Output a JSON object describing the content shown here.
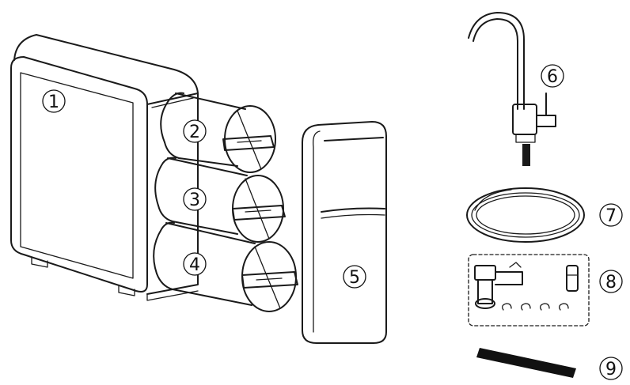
{
  "callouts": [
    {
      "id": "1",
      "label": "1"
    },
    {
      "id": "2",
      "label": "2"
    },
    {
      "id": "3",
      "label": "3"
    },
    {
      "id": "4",
      "label": "4"
    },
    {
      "id": "5",
      "label": "5"
    },
    {
      "id": "6",
      "label": "6"
    },
    {
      "id": "7",
      "label": "7"
    },
    {
      "id": "8",
      "label": "8"
    },
    {
      "id": "9",
      "label": "9"
    }
  ],
  "colors": {
    "line": "#1a1a1a",
    "background": "#ffffff",
    "tape": "#111111"
  }
}
